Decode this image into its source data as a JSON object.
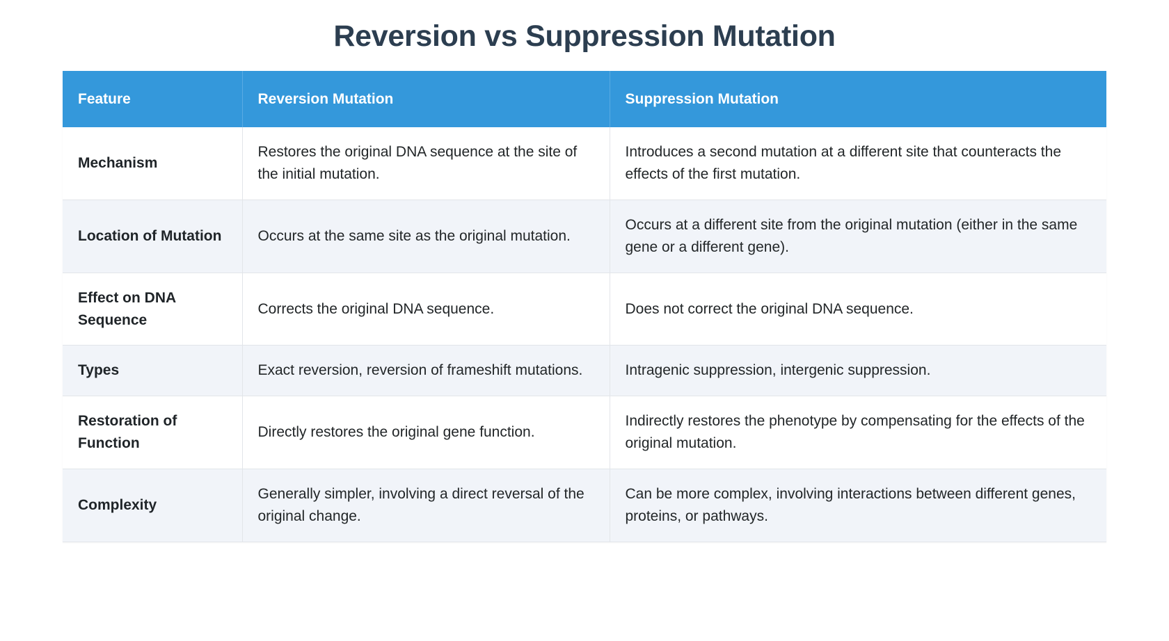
{
  "page": {
    "title": "Reversion vs Suppression Mutation",
    "accent_color": "#3498db",
    "title_color": "#2c3e50",
    "row_alt_color": "#f1f4f9"
  },
  "table": {
    "headers": [
      "Feature",
      "Reversion Mutation",
      "Suppression Mutation"
    ],
    "rows": [
      {
        "feature": "Mechanism",
        "reversion": "Restores the original DNA sequence at the site of the initial mutation.",
        "suppression": "Introduces a second mutation at a different site that counteracts the effects of the first mutation."
      },
      {
        "feature": "Location of Mutation",
        "reversion": "Occurs at the same site as the original mutation.",
        "suppression": "Occurs at a different site from the original mutation (either in the same gene or a different gene)."
      },
      {
        "feature": "Effect on DNA Sequence",
        "reversion": "Corrects the original DNA sequence.",
        "suppression": "Does not correct the original DNA sequence."
      },
      {
        "feature": "Types",
        "reversion": "Exact reversion, reversion of frameshift mutations.",
        "suppression": "Intragenic suppression, intergenic suppression."
      },
      {
        "feature": "Restoration of Function",
        "reversion": "Directly restores the original gene function.",
        "suppression": "Indirectly restores the phenotype by compensating for the effects of the original mutation."
      },
      {
        "feature": "Complexity",
        "reversion": "Generally simpler, involving a direct reversal of the original change.",
        "suppression": "Can be more complex, involving interactions between different genes, proteins, or pathways."
      }
    ]
  }
}
